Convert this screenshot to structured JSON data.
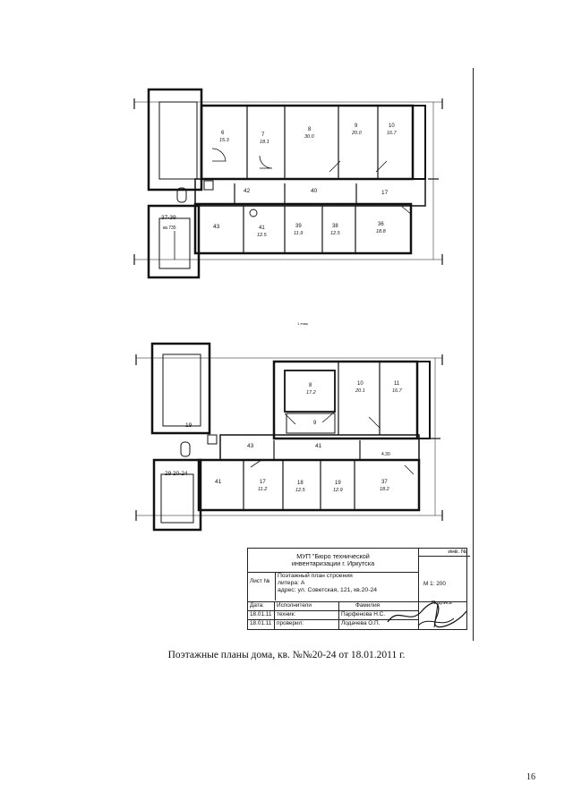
{
  "caption": "Поэтажные планы дома, кв. №№20-24 от 18.01.2011 г.",
  "page_number": "16",
  "upper": {
    "floor_label": "1 этаж",
    "rooms": [
      {
        "num": "6",
        "area": "15.3"
      },
      {
        "num": "7",
        "area": "18.1"
      },
      {
        "num": "8",
        "area": "30.0"
      },
      {
        "num": "9",
        "area": "20.0"
      },
      {
        "num": "10",
        "area": "16.7"
      },
      {
        "num": "42"
      },
      {
        "num": "40"
      },
      {
        "num": "17"
      },
      {
        "num": "37-39",
        "area": "кв.735"
      },
      {
        "num": "43"
      },
      {
        "num": "41",
        "area": "12.5"
      },
      {
        "num": "39",
        "area": "11.9"
      },
      {
        "num": "38",
        "area": "12.5"
      },
      {
        "num": "36",
        "area": "18.8"
      }
    ]
  },
  "lower": {
    "rooms": [
      {
        "num": "8",
        "area": "17.2"
      },
      {
        "num": "10",
        "area": "20.1"
      },
      {
        "num": "11",
        "area": "16.7"
      },
      {
        "num": "9"
      },
      {
        "num": "19"
      },
      {
        "num": "43"
      },
      {
        "num": "41"
      },
      {
        "num": "29  20-24"
      },
      {
        "num": "41"
      },
      {
        "num": "17",
        "area": "11.2"
      },
      {
        "num": "18",
        "area": "12.5"
      },
      {
        "num": "19",
        "area": "12.9"
      },
      {
        "num": "37",
        "area": "18.2"
      },
      {
        "area": "4.30"
      }
    ]
  },
  "stamp": {
    "org_line1": "МУП \"Бюро технической",
    "org_line2": "инвентаризации г. Иркутска",
    "inv_label": "инв. №",
    "sheet_label": "Лист №",
    "desc_line1": "Поэтажный план строения",
    "desc_line2": "литера: А",
    "desc_line3": "адрес: ул. Советская, 121, кв.20-24",
    "scale": "М 1: 200",
    "col_date": "Дата:",
    "col_executor": "Исполнители",
    "col_surname": "Фамилия",
    "col_signature": "Подпись",
    "rows": [
      {
        "date": "18.01.11",
        "role": "техник:",
        "name": "Парфенова Н.С."
      },
      {
        "date": "18.01.11",
        "role": "проверил:",
        "name": "Лодачева О.П."
      }
    ]
  }
}
